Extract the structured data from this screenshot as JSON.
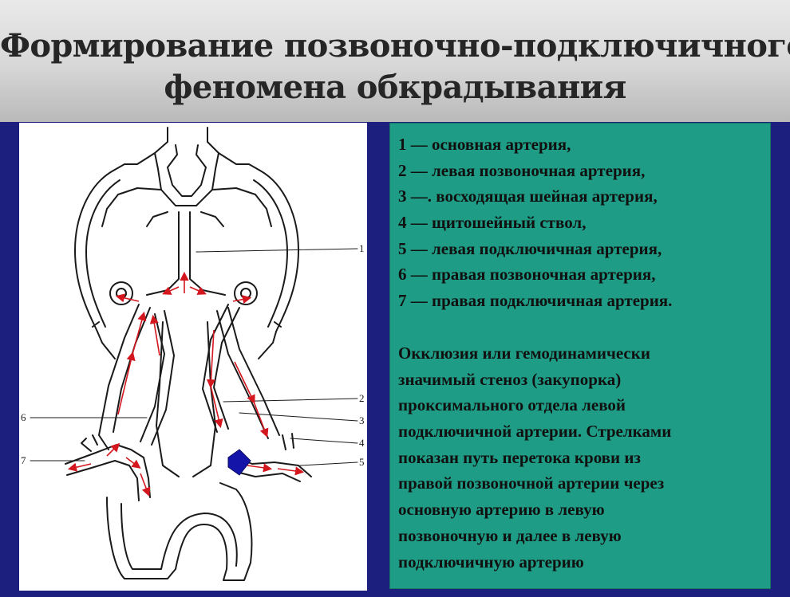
{
  "title": {
    "line1": "Формирование позвоночно-подключичного",
    "line2": "феномена обкрадывания"
  },
  "diagram": {
    "markers": {
      "m1": "1",
      "m2": "2",
      "m3": "3",
      "m4": "4",
      "m5": "5",
      "m6": "6",
      "m7": "7"
    },
    "colors": {
      "vessel_outline": "#1a1a1a",
      "flow_arrow": "#d4161e",
      "occlusion": "#1414a8"
    }
  },
  "legend": {
    "items": [
      "1 — основная артерия,",
      "2 — левая позвоночная артерия,",
      "3 —. восходящая шейная артерия,",
      "4 — щитошейный ствол,",
      "5 — левая подключичная артерия,",
      "6 — правая позвоночная артерия,",
      "7 — правая подключичная артерия."
    ],
    "description_lines": [
      "Окклюзия или гемодинамически",
      "значимый стеноз (закупорка)",
      "проксимального отдела левой",
      "подключичной артерии. Стрелками",
      "показан путь перетока крови из",
      "правой позвоночной артерии через",
      "основную артерию в левую",
      "позвоночную и далее  в левую",
      "подключичную артерию"
    ]
  },
  "colors": {
    "background": "#1d1f7e",
    "legend_panel": "#1f9c85",
    "title_text": "#262626"
  }
}
